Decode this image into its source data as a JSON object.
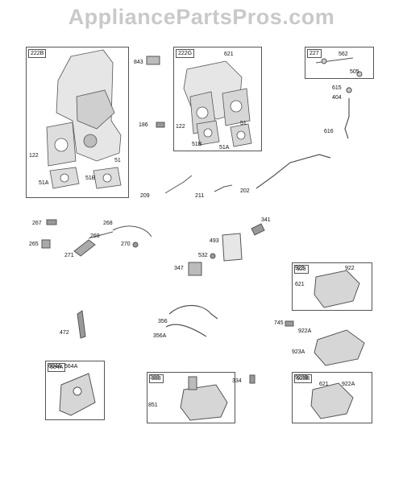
{
  "watermark": "AppliancePartsPros.com",
  "assemblies": [
    {
      "key": "a222B",
      "tag": "222B"
    },
    {
      "key": "a222G",
      "tag": "222G"
    },
    {
      "key": "a227",
      "tag": "227"
    },
    {
      "key": "a923",
      "tag": "923"
    },
    {
      "key": "a604A",
      "tag": "604A"
    },
    {
      "key": "a333",
      "tag": "333"
    },
    {
      "key": "a923B",
      "tag": "923B"
    }
  ],
  "part_labels": [
    "122",
    "51",
    "51A",
    "51B",
    "843",
    "186",
    "621",
    "122",
    "51",
    "51B",
    "51A",
    "562",
    "505",
    "615",
    "404",
    "616",
    "209",
    "211",
    "202",
    "267",
    "265",
    "268",
    "269",
    "271",
    "270",
    "341",
    "493",
    "532",
    "347",
    "923",
    "922",
    "621",
    "356",
    "356A",
    "472",
    "745",
    "922A",
    "923A",
    "604A",
    "564A",
    "333",
    "334",
    "851",
    "923B",
    "621",
    "922A"
  ],
  "colors": {
    "line": "#555555",
    "part": "#d8d8d8",
    "watermark": "#c9c9c9"
  }
}
